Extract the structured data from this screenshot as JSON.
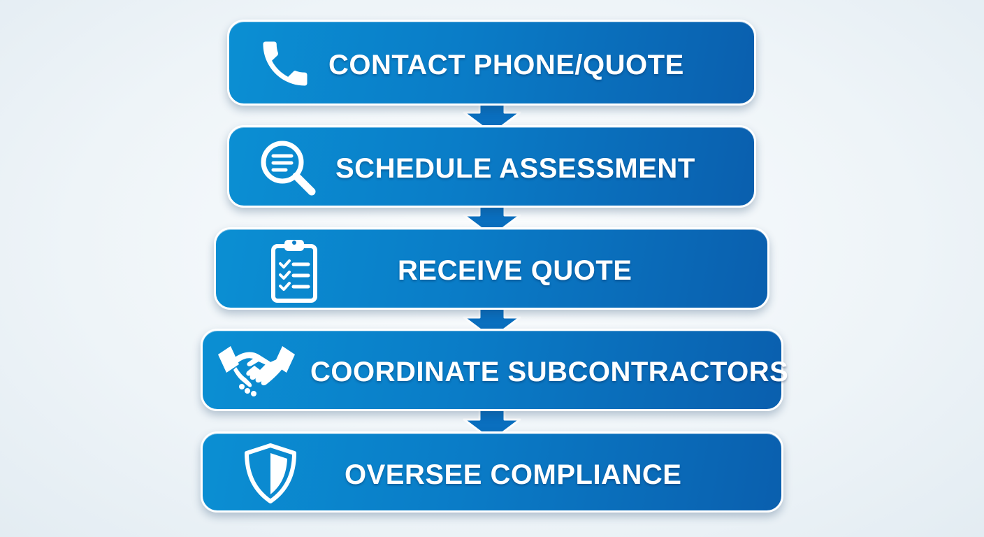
{
  "steps": [
    {
      "label": "CONTACT PHONE/QUOTE",
      "icon": "phone-icon"
    },
    {
      "label": "SCHEDULE ASSESSMENT",
      "icon": "magnifier-icon"
    },
    {
      "label": "RECEIVE QUOTE",
      "icon": "clipboard-checklist-icon"
    },
    {
      "label": "COORDINATE SUBCONTRACTORS",
      "icon": "handshake-icon"
    },
    {
      "label": "OVERSEE COMPLIANCE",
      "icon": "shield-icon"
    }
  ],
  "colors": {
    "box_gradient_start": "#0b8fd3",
    "box_gradient_end": "#0a5fae",
    "border": "#ffffff",
    "text": "#ffffff",
    "background": "#eef4f8"
  }
}
